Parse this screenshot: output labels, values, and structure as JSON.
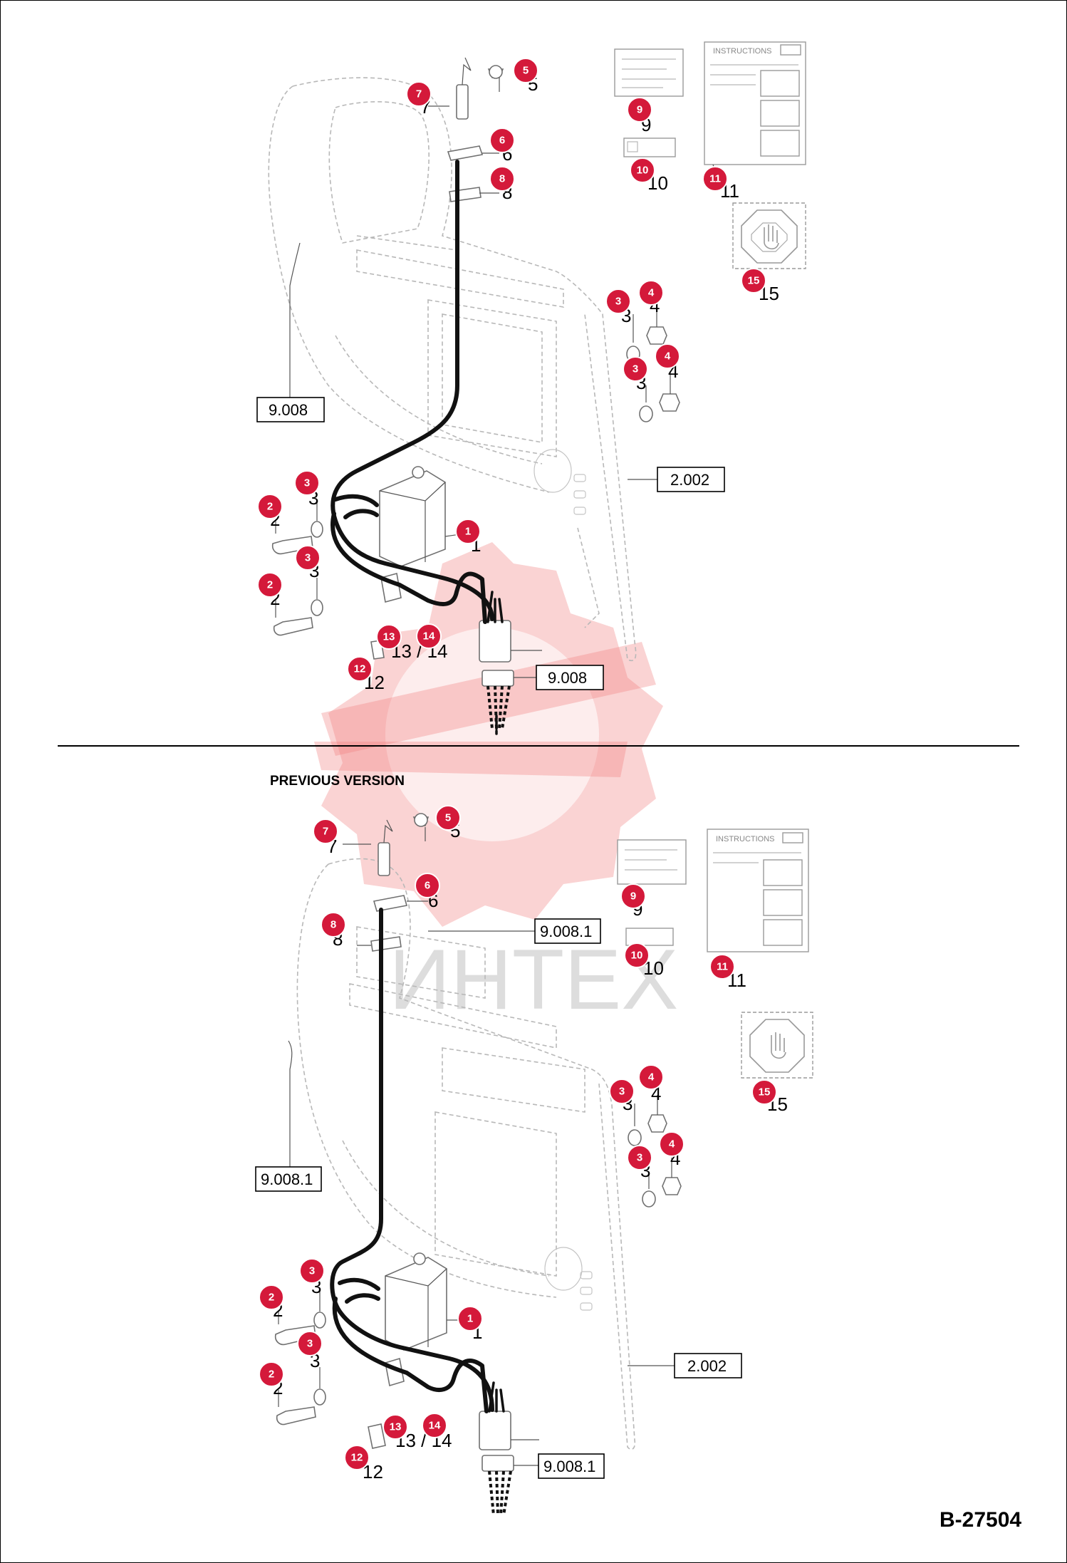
{
  "section_label": "PREVIOUS VERSION",
  "drawing_code": "B-27504",
  "watermark_text": "ИНТЕХ",
  "card_caption": "INSTRUCTIONS",
  "colors": {
    "callout": "#d4193a",
    "watermark": "#f28080"
  },
  "upper": {
    "refs": [
      "9.008",
      "2.002",
      "9.008"
    ],
    "callouts": [
      "7",
      "5",
      "6",
      "8",
      "9",
      "10",
      "11",
      "15",
      "3",
      "4",
      "3",
      "4",
      "3",
      "2",
      "3",
      "2",
      "1",
      "13",
      "14",
      "12"
    ],
    "numbers": [
      "7",
      "5",
      "6",
      "8",
      "9",
      "10",
      "11",
      "15",
      "3",
      "4",
      "3",
      "4",
      "3",
      "2",
      "3",
      "2",
      "1",
      "13 / 14",
      "12"
    ]
  },
  "lower": {
    "refs": [
      "9.008.1",
      "9.008.1",
      "2.002",
      "9.008.1"
    ],
    "callouts": [
      "7",
      "5",
      "6",
      "8",
      "9",
      "10",
      "11",
      "15",
      "3",
      "4",
      "3",
      "4",
      "3",
      "2",
      "3",
      "2",
      "1",
      "13",
      "14",
      "12"
    ],
    "numbers": [
      "7",
      "5",
      "6",
      "8",
      "9",
      "10",
      "11",
      "15",
      "3",
      "4",
      "3",
      "4",
      "3",
      "2",
      "3",
      "2",
      "1",
      "13 / 14",
      "12"
    ]
  }
}
